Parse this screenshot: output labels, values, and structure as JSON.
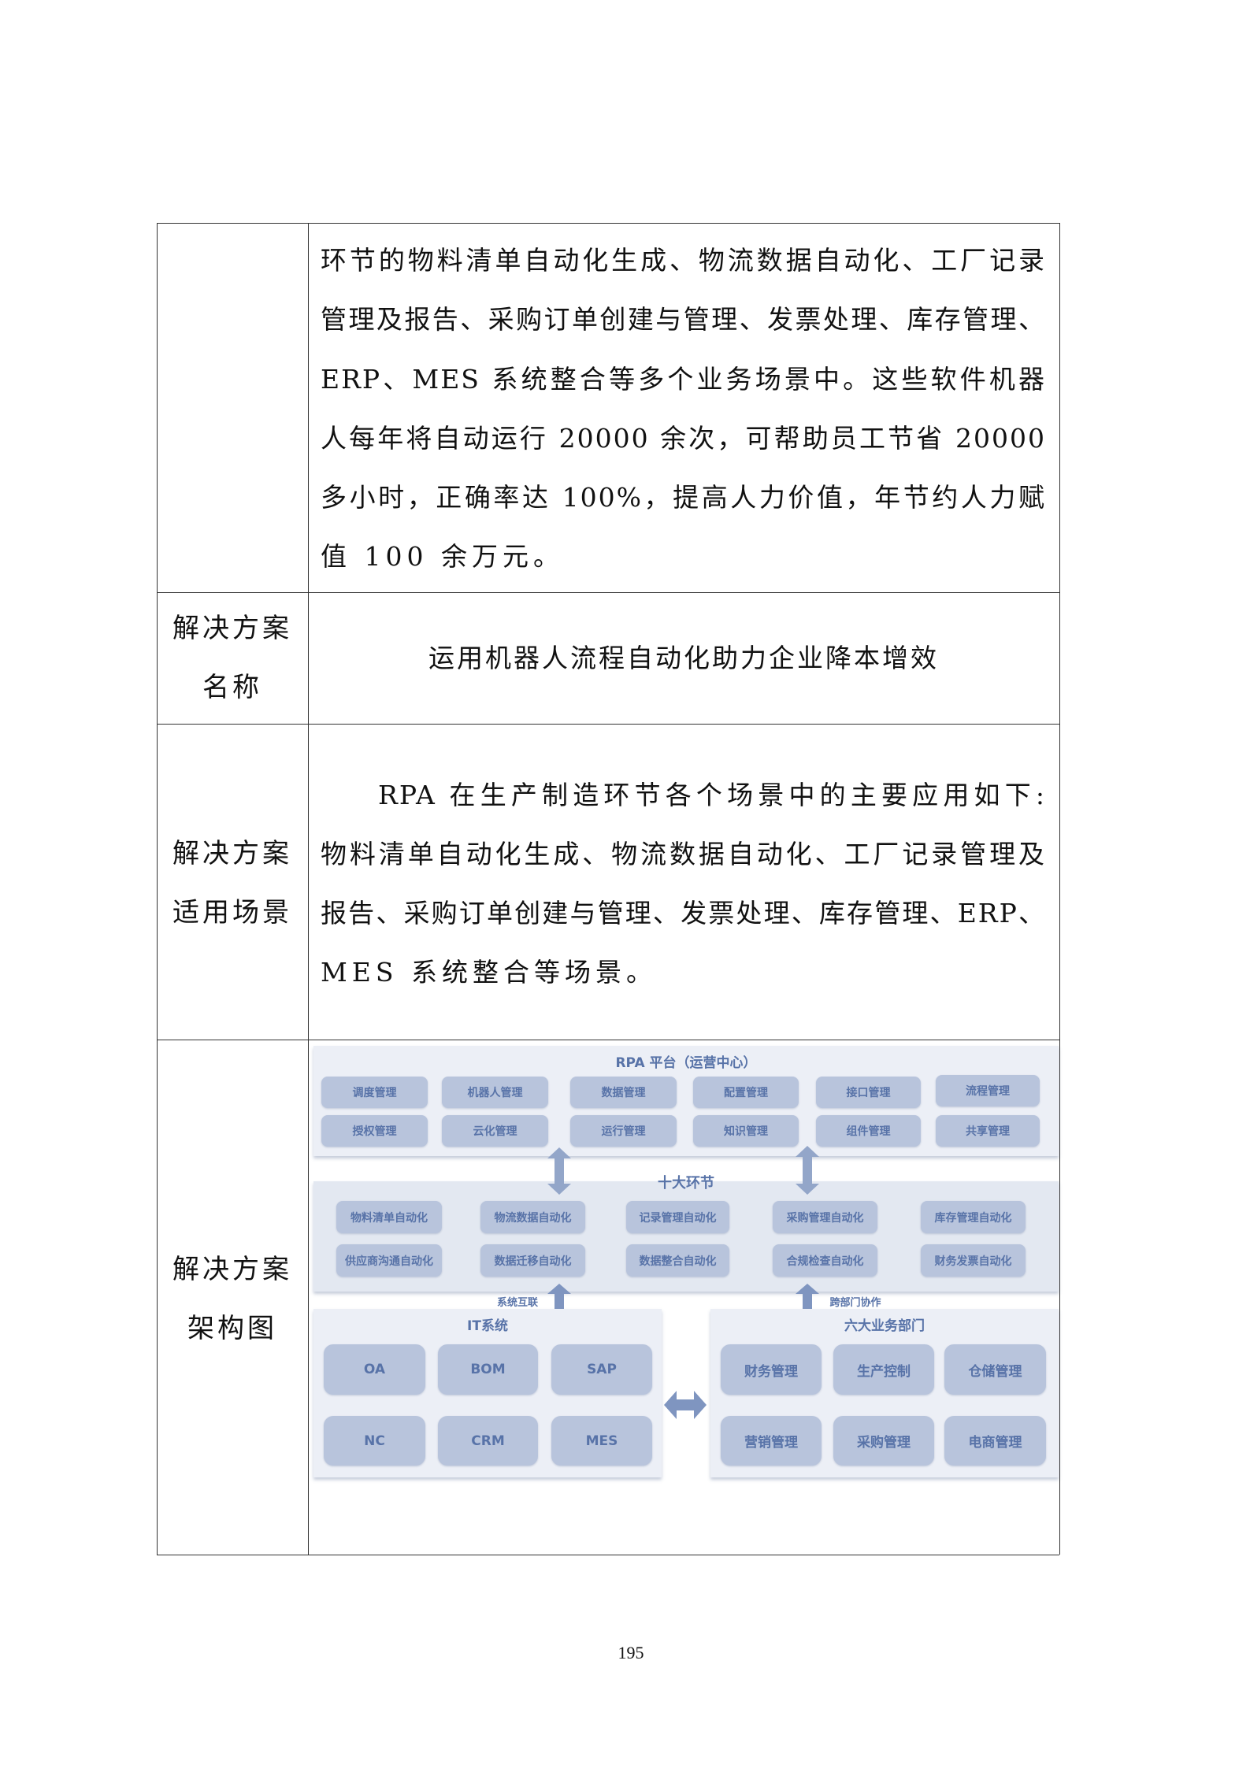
{
  "rows": [
    {
      "label": [],
      "lines": [
        "环节的物料清单自动化生成、物流数据自动化、工厂记录",
        "管理及报告、采购订单创建与管理、发票处理、库存管理、",
        "ERP、MES 系统整合等多个业务场景中。这些软件机器",
        "人每年将自动运行 20000 余次，可帮助员工节省 20000",
        "多小时，正确率达 100%，提高人力价值，年节约人力赋",
        "值 100 余万元。"
      ]
    },
    {
      "label": [
        "解决方案",
        "名称"
      ],
      "content": "运用机器人流程自动化助力企业降本增效"
    },
    {
      "label": [
        "解决方案",
        "适用场景"
      ],
      "lines": [
        "RPA 在生产制造环节各个场景中的主要应用如下:",
        "物料清单自动化生成、物流数据自动化、工厂记录管理及",
        "报告、采购订单创建与管理、发票处理、库存管理、ERP、",
        "MES 系统整合等场景。"
      ]
    },
    {
      "label": [
        "解决方案",
        "架构图"
      ]
    }
  ],
  "diagram": {
    "platform_title": "RPA 平台（运营中心）",
    "platform_items": [
      "调度管理",
      "机器人管理",
      "数据管理",
      "配置管理",
      "接口管理",
      "流程管理",
      "授权管理",
      "云化管理",
      "运行管理",
      "知识管理",
      "组件管理",
      "共享管理"
    ],
    "stages_title": "十大环节",
    "stage_items": [
      "物料清单自动化",
      "物流数据自动化",
      "记录管理自动化",
      "采购管理自动化",
      "库存管理自动化",
      "供应商沟通自动化",
      "数据迁移自动化",
      "数据整合自动化",
      "合规检查自动化",
      "财务发票自动化"
    ],
    "link_left": "系统互联",
    "link_right": "跨部门协作",
    "it_title": "IT系统",
    "it_items": [
      "OA",
      "BOM",
      "SAP",
      "NC",
      "CRM",
      "MES"
    ],
    "dept_title": "六大业务部门",
    "dept_items": [
      "财务管理",
      "生产控制",
      "仓储管理",
      "营销管理",
      "采购管理",
      "电商管理"
    ],
    "colors": {
      "panel": "#eceff6",
      "box": "#b8c4dc",
      "text": "#5873a8"
    }
  },
  "page_number": "195"
}
